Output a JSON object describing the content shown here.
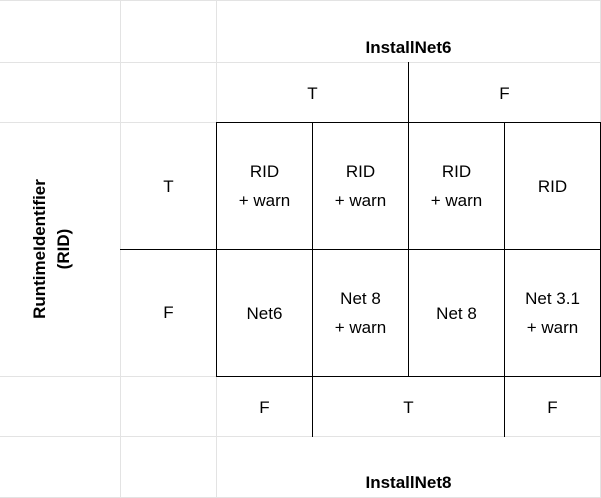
{
  "headers": {
    "column_title": "InstallNet6",
    "bottom_title": "InstallNet8",
    "row_title_line1": "RuntimeIdentifier",
    "row_title_line2": "(RID)"
  },
  "top_labels": [
    "T",
    "F"
  ],
  "row_labels": [
    "T",
    "F"
  ],
  "bottom_labels": [
    "F",
    "T",
    "F"
  ],
  "cells": [
    [
      {
        "line1": "RID",
        "line2": "+ warn"
      },
      {
        "line1": "RID",
        "line2": "+ warn"
      },
      {
        "line1": "RID",
        "line2": "+ warn"
      },
      {
        "line1": "RID",
        "line2": ""
      }
    ],
    [
      {
        "line1": "Net6",
        "line2": ""
      },
      {
        "line1": "Net 8",
        "line2": "+ warn"
      },
      {
        "line1": "Net 8",
        "line2": ""
      },
      {
        "line1": "Net 3.1",
        "line2": "+ warn"
      }
    ]
  ]
}
